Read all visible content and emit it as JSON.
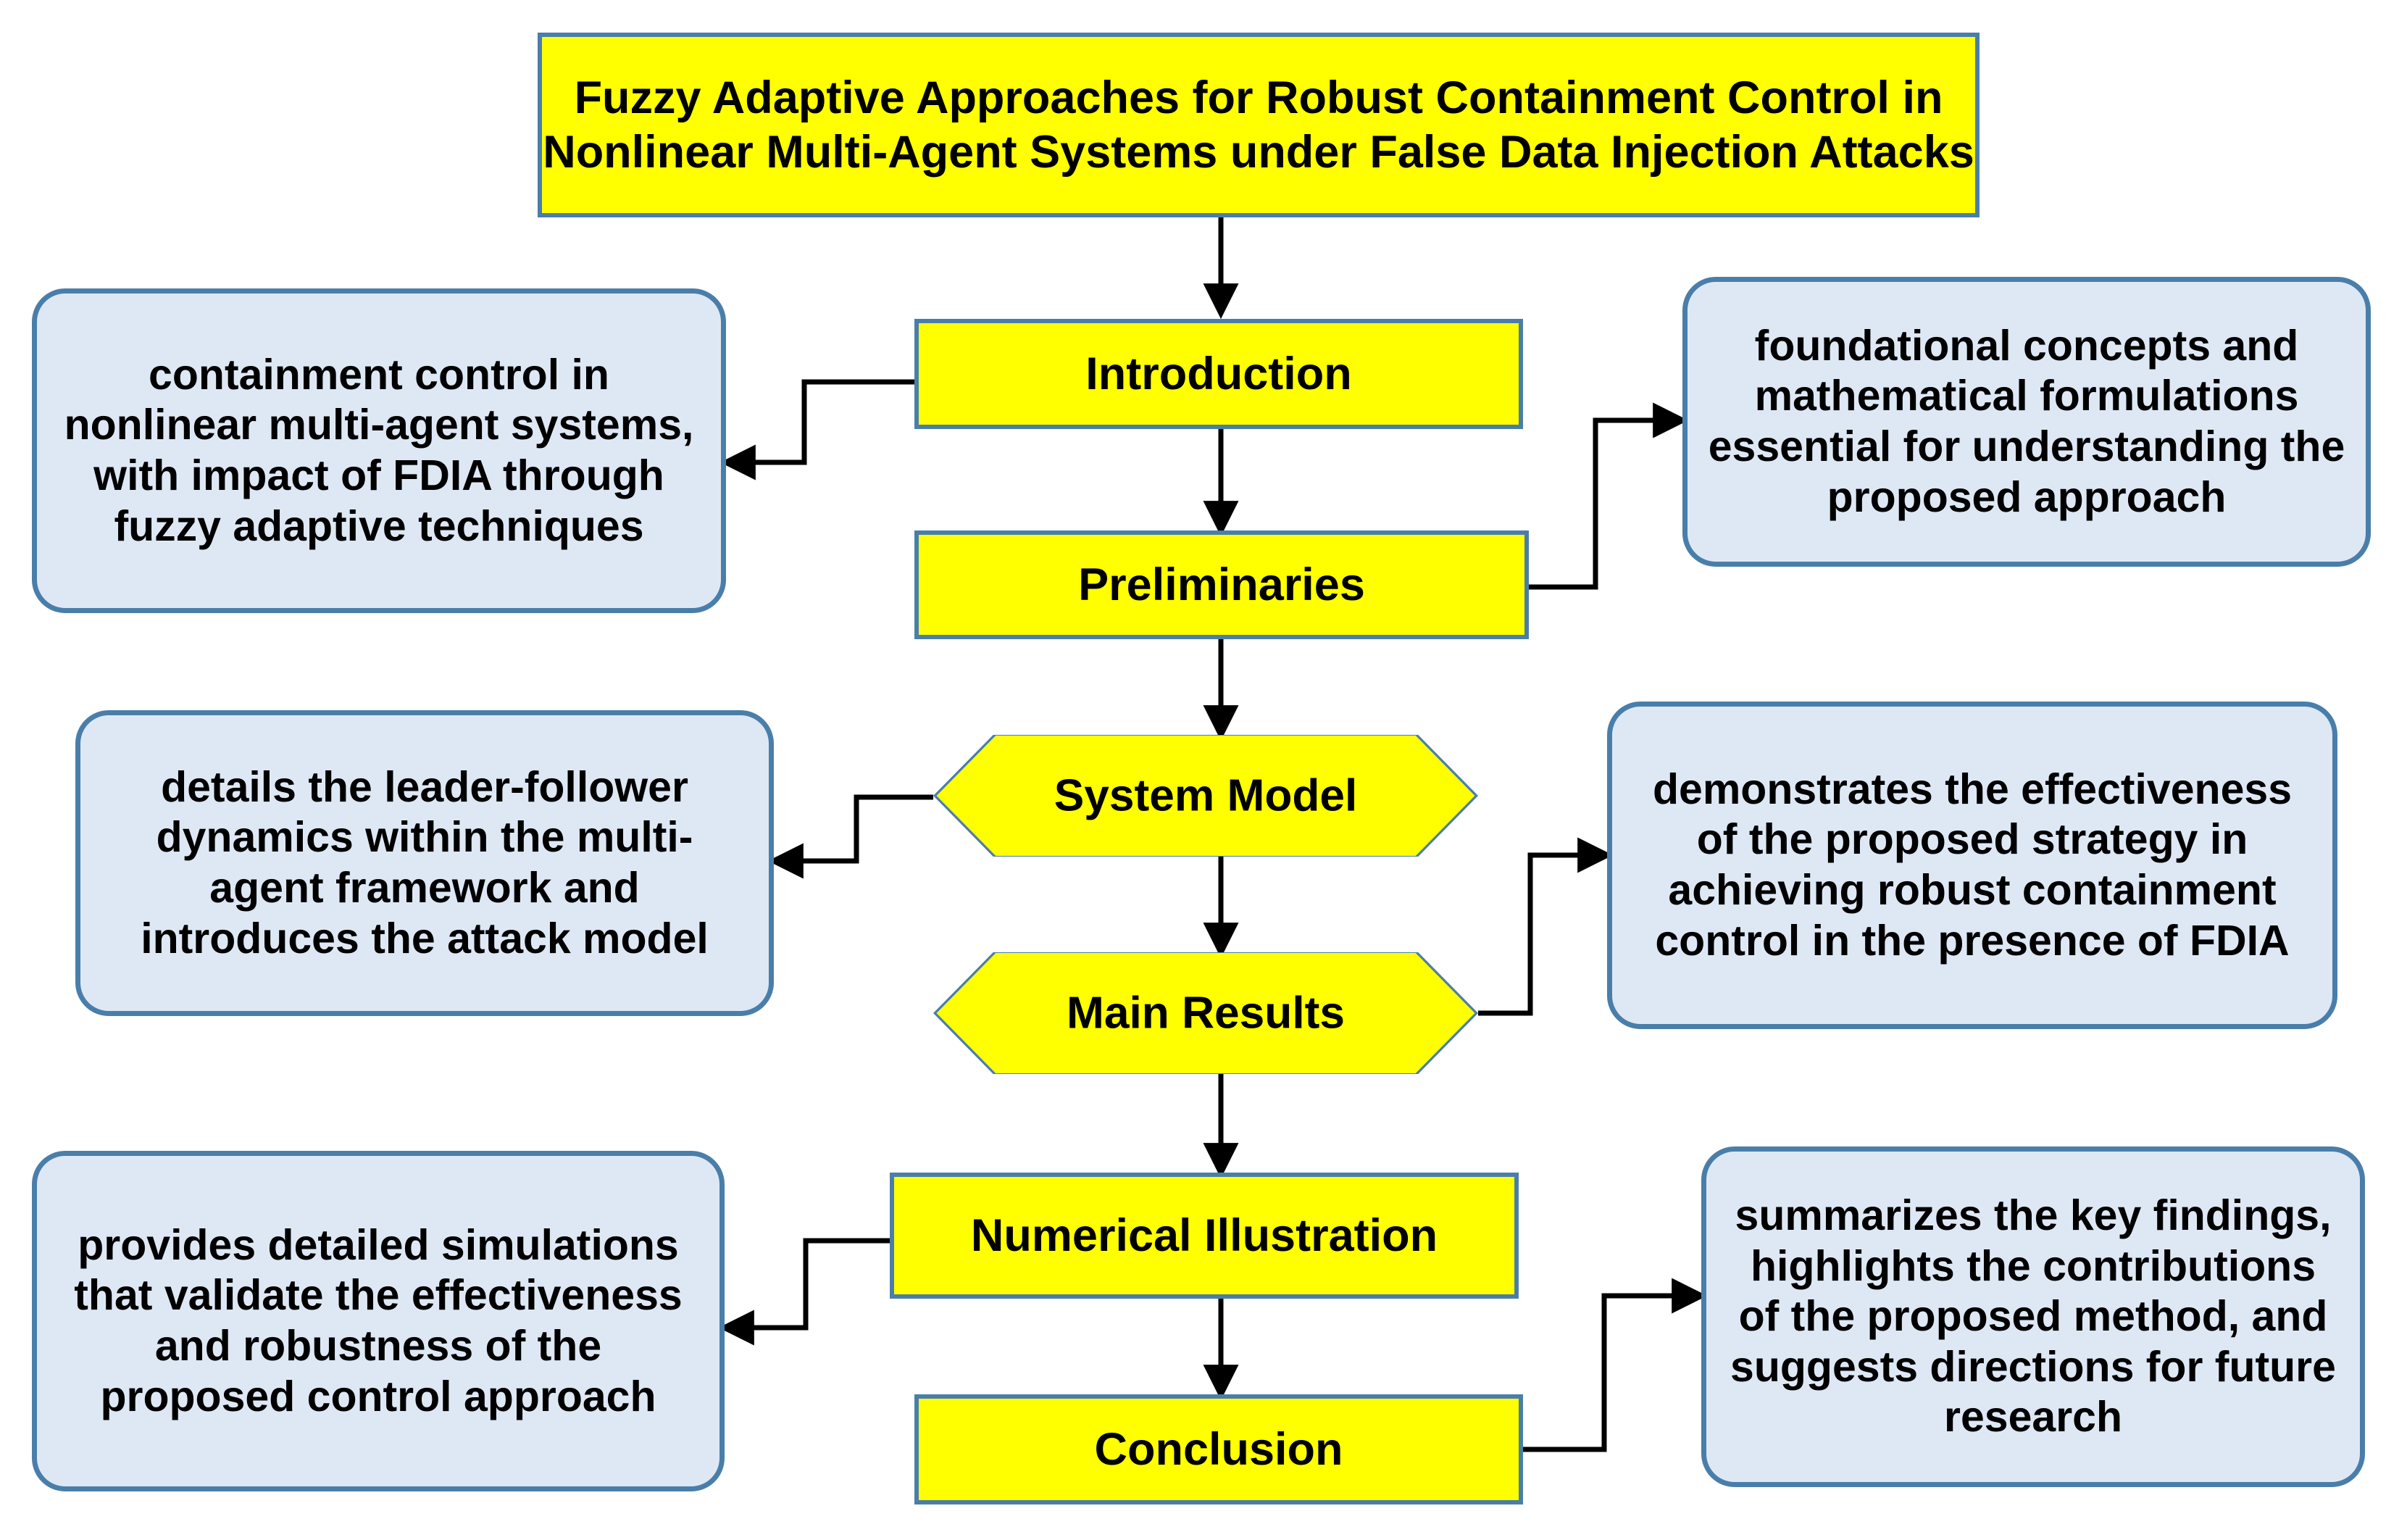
{
  "diagram": {
    "title_node": {
      "id": "title",
      "label": "Fuzzy Adaptive Approaches for Robust Containment Control in Nonlinear Multi-Agent Systems under False Data Injection Attacks",
      "shape": "rectangle",
      "fill": "#FFFF00",
      "stroke": "#4A7EAA"
    },
    "flow_nodes": [
      {
        "id": "introduction",
        "label": "Introduction",
        "shape": "rectangle",
        "fill": "#FFFF00",
        "stroke": "#4A7EAA"
      },
      {
        "id": "preliminaries",
        "label": "Preliminaries",
        "shape": "rectangle",
        "fill": "#FFFF00",
        "stroke": "#4A7EAA"
      },
      {
        "id": "system-model",
        "label": "System Model",
        "shape": "hexagon",
        "fill": "#FFFF00",
        "stroke": "#4A7EAA"
      },
      {
        "id": "main-results",
        "label": "Main Results",
        "shape": "hexagon",
        "fill": "#FFFF00",
        "stroke": "#4A7EAA"
      },
      {
        "id": "numerical",
        "label": "Numerical Illustration",
        "shape": "rectangle",
        "fill": "#FFFF00",
        "stroke": "#4A7EAA"
      },
      {
        "id": "conclusion",
        "label": "Conclusion",
        "shape": "rectangle",
        "fill": "#FFFF00",
        "stroke": "#4A7EAA"
      }
    ],
    "note_nodes": [
      {
        "id": "note-introduction",
        "side": "left",
        "source": "introduction",
        "label": "containment control in nonlinear multi-agent systems, with  impact of FDIA through fuzzy adaptive techniques",
        "shape": "rounded-rectangle",
        "fill": "#DEE8F5",
        "stroke": "#4A7EAA"
      },
      {
        "id": "note-preliminaries",
        "side": "right",
        "source": "preliminaries",
        "label": "foundational concepts and mathematical formulations essential for understanding the proposed approach",
        "shape": "rounded-rectangle",
        "fill": "#DEE8F5",
        "stroke": "#4A7EAA"
      },
      {
        "id": "note-system-model",
        "side": "left",
        "source": "system-model",
        "label": "details the leader-follower dynamics within the multi-agent framework and introduces the attack model",
        "shape": "rounded-rectangle",
        "fill": "#DEE8F5",
        "stroke": "#4A7EAA"
      },
      {
        "id": "note-main-results",
        "side": "right",
        "source": "main-results",
        "label": "demonstrates the effectiveness of the proposed strategy in achieving robust containment control in the presence of FDIA",
        "shape": "rounded-rectangle",
        "fill": "#DEE8F5",
        "stroke": "#4A7EAA"
      },
      {
        "id": "note-numerical",
        "side": "left",
        "source": "numerical",
        "label": "provides detailed simulations that validate the effectiveness and robustness of the proposed control approach",
        "shape": "rounded-rectangle",
        "fill": "#DEE8F5",
        "stroke": "#4A7EAA"
      },
      {
        "id": "note-conclusion",
        "side": "right",
        "source": "conclusion",
        "label": "summarizes the key findings, highlights the contributions of the proposed method, and suggests directions for future research",
        "shape": "rounded-rectangle",
        "fill": "#DEE8F5",
        "stroke": "#4A7EAA"
      }
    ],
    "edges": [
      {
        "from": "title",
        "to": "introduction",
        "kind": "vertical-arrow"
      },
      {
        "from": "introduction",
        "to": "preliminaries",
        "kind": "vertical-arrow"
      },
      {
        "from": "preliminaries",
        "to": "system-model",
        "kind": "vertical-arrow"
      },
      {
        "from": "system-model",
        "to": "main-results",
        "kind": "vertical-arrow"
      },
      {
        "from": "main-results",
        "to": "numerical",
        "kind": "vertical-arrow"
      },
      {
        "from": "numerical",
        "to": "conclusion",
        "kind": "vertical-arrow"
      },
      {
        "from": "introduction",
        "to": "note-introduction",
        "kind": "stepped-arrow-left"
      },
      {
        "from": "preliminaries",
        "to": "note-preliminaries",
        "kind": "stepped-arrow-right"
      },
      {
        "from": "system-model",
        "to": "note-system-model",
        "kind": "stepped-arrow-left"
      },
      {
        "from": "main-results",
        "to": "note-main-results",
        "kind": "stepped-arrow-right"
      },
      {
        "from": "numerical",
        "to": "note-numerical",
        "kind": "stepped-arrow-left"
      },
      {
        "from": "conclusion",
        "to": "note-conclusion",
        "kind": "stepped-arrow-right"
      }
    ],
    "colors": {
      "node_fill": "#FFFF00",
      "node_stroke": "#4A7EAA",
      "note_fill": "#DEE8F5",
      "note_stroke": "#4A7EAA",
      "connector": "#000000",
      "background": "#FFFFFF",
      "text": "#000000"
    }
  }
}
